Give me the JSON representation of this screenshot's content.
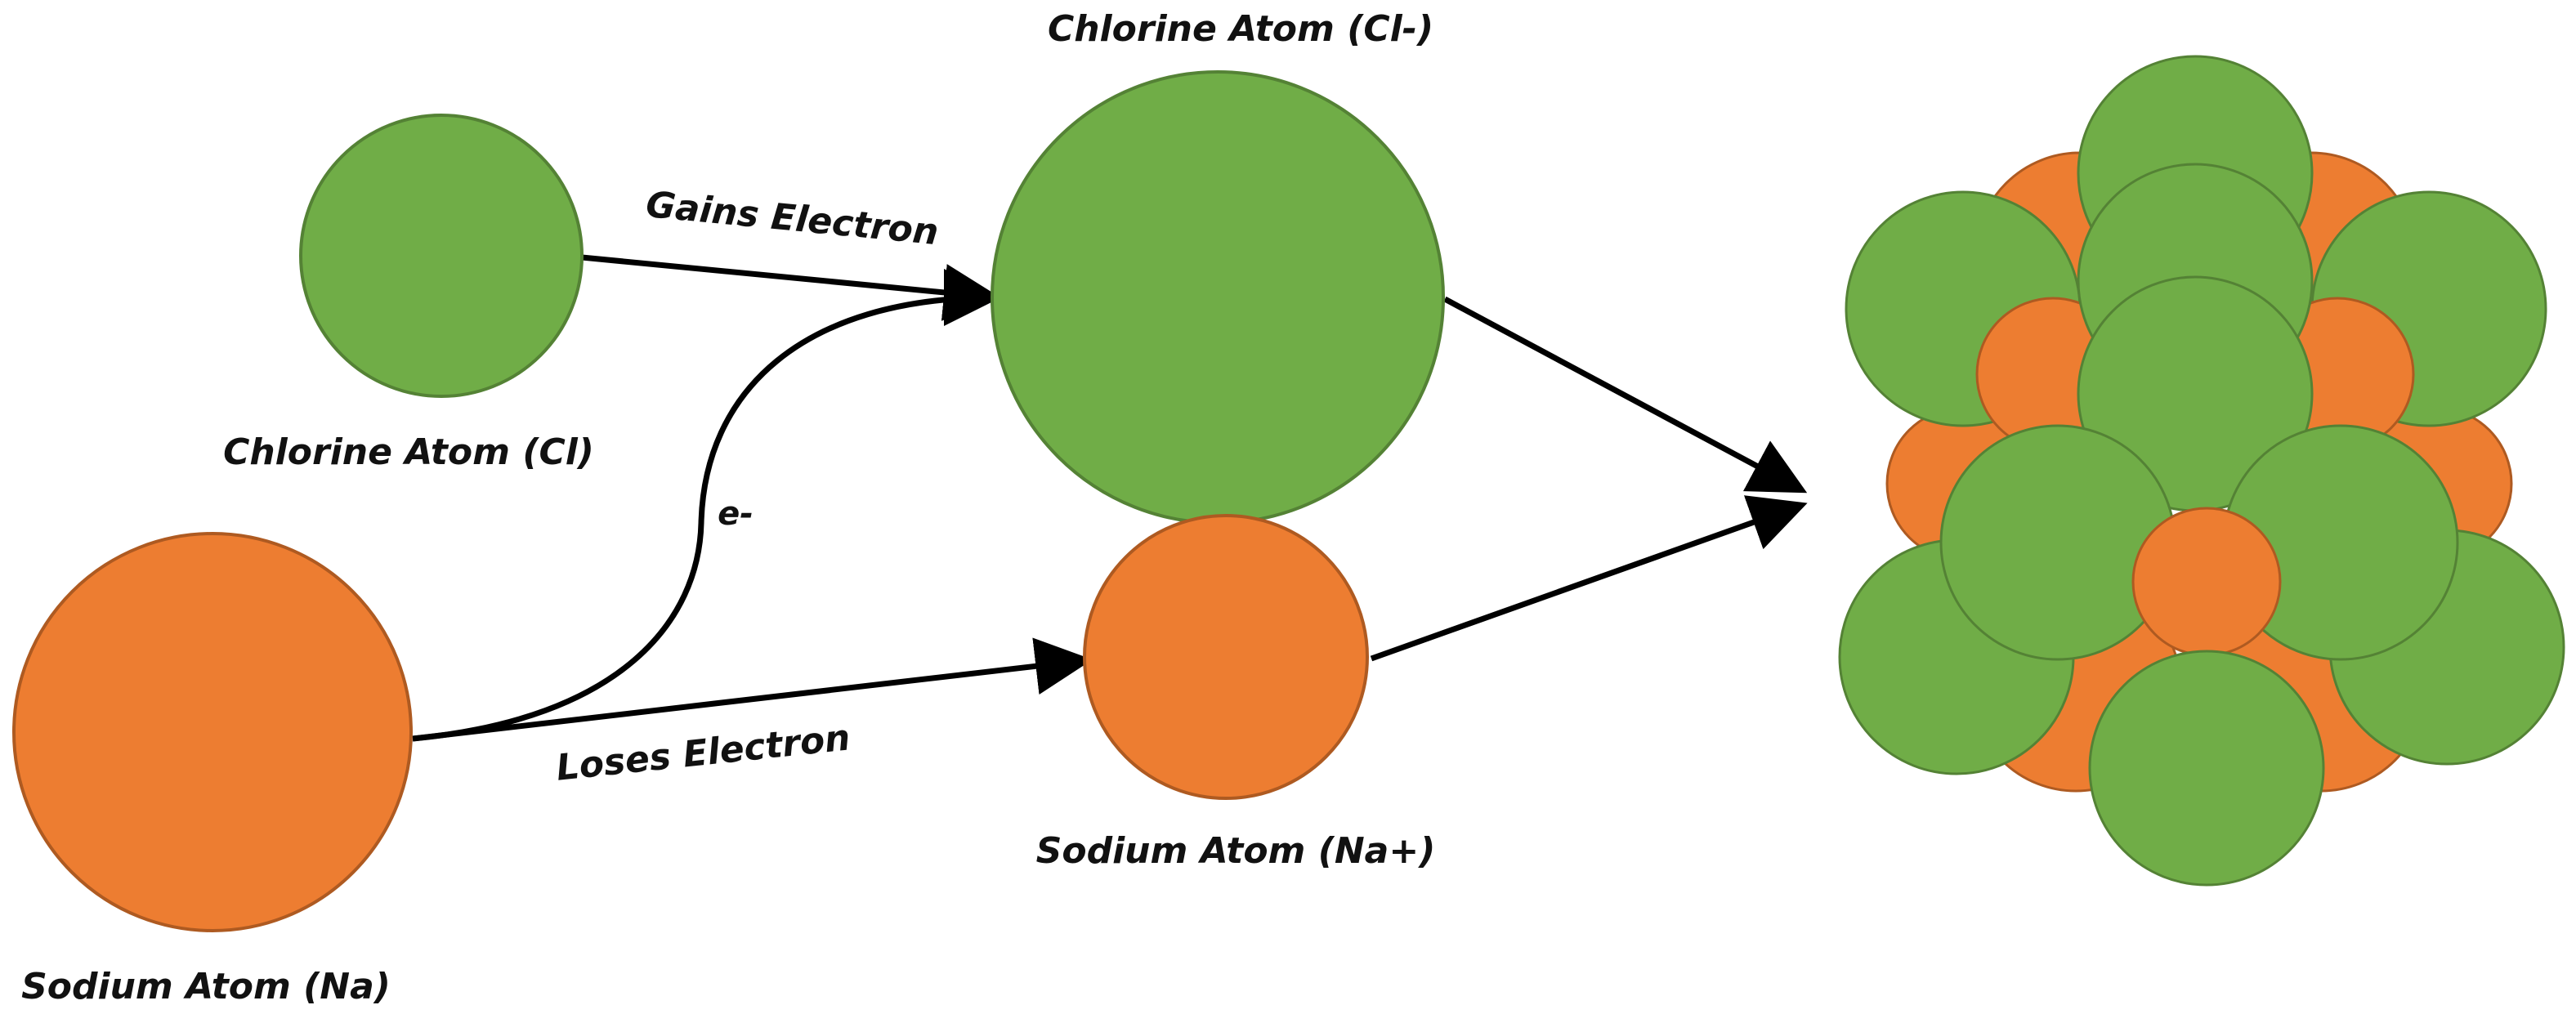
{
  "labels": {
    "chlorine_atom": "Chlorine Atom (Cl)",
    "chlorine_ion": "Chlorine Atom (Cl-)",
    "sodium_atom": "Sodium Atom (Na)",
    "sodium_ion": "Sodium Atom (Na+)",
    "gains_electron": "Gains Electron",
    "loses_electron": "Loses Electron",
    "electron": "e-"
  },
  "colors": {
    "chlorine_fill": "#70AD47",
    "chlorine_stroke": "#548235",
    "sodium_fill": "#ED7D31",
    "sodium_stroke": "#AE5A21",
    "arrow": "#000000"
  }
}
